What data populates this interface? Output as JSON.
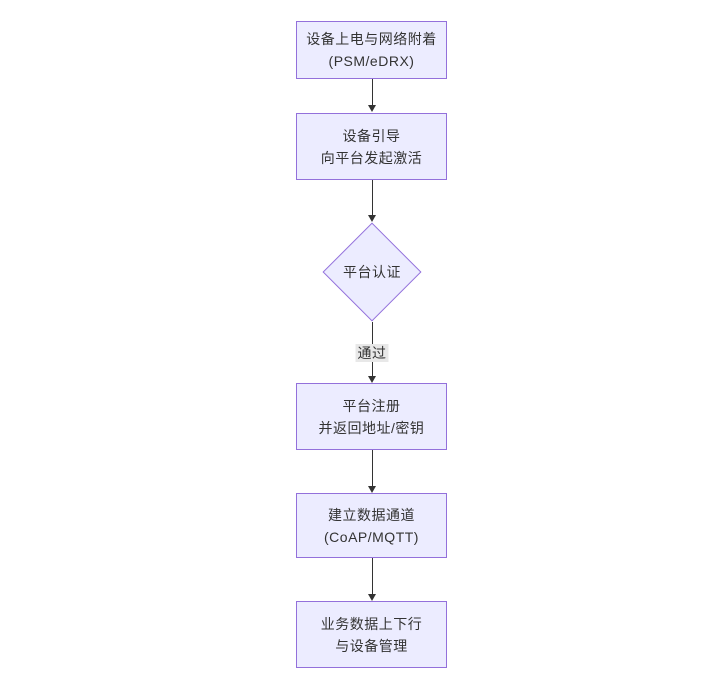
{
  "diagram": {
    "type": "flowchart",
    "direction": "top-down",
    "nodes": [
      {
        "id": "power-attach",
        "shape": "rect",
        "lines": [
          "设备上电与网络附着",
          "(PSM/eDRX)"
        ]
      },
      {
        "id": "bootstrap",
        "shape": "rect",
        "lines": [
          "设备引导",
          "向平台发起激活"
        ]
      },
      {
        "id": "platform-auth",
        "shape": "diamond",
        "lines": [
          "平台认证"
        ]
      },
      {
        "id": "platform-register",
        "shape": "rect",
        "lines": [
          "平台注册",
          "并返回地址/密钥"
        ]
      },
      {
        "id": "data-channel",
        "shape": "rect",
        "lines": [
          "建立数据通道",
          "(CoAP/MQTT)"
        ]
      },
      {
        "id": "business-data",
        "shape": "rect",
        "lines": [
          "业务数据上下行",
          "与设备管理"
        ]
      }
    ],
    "edges": [
      {
        "from": "power-attach",
        "to": "bootstrap",
        "label": ""
      },
      {
        "from": "bootstrap",
        "to": "platform-auth",
        "label": ""
      },
      {
        "from": "platform-auth",
        "to": "platform-register",
        "label": "通过"
      },
      {
        "from": "platform-register",
        "to": "data-channel",
        "label": ""
      },
      {
        "from": "data-channel",
        "to": "business-data",
        "label": ""
      }
    ],
    "colors": {
      "node_fill": "#ECECFF",
      "node_border": "#9370DB",
      "text": "#333333",
      "arrow": "#333333",
      "edge_label_bg": "#e8e8e8",
      "canvas_bg": "#ffffff"
    }
  }
}
